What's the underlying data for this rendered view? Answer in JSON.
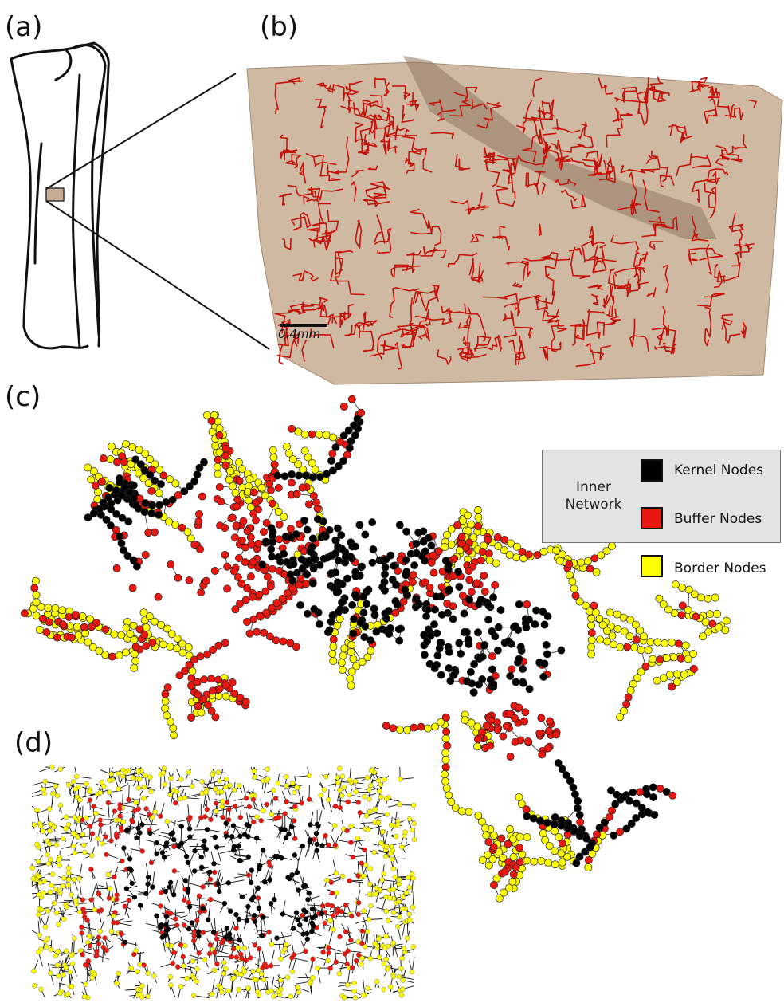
{
  "panels": {
    "a": "(a)",
    "b": "(b)",
    "c": "(c)",
    "d": "(d)"
  },
  "scale_bar": {
    "label": "0.4mm"
  },
  "legend": {
    "group_label_line1": "Inner",
    "group_label_line2": "Network",
    "items": [
      {
        "label": "Kernel Nodes",
        "color": "#000000"
      },
      {
        "label": "Buffer Nodes",
        "color": "#e8170f"
      },
      {
        "label": "Border Nodes",
        "color": "#ffff00"
      }
    ]
  },
  "colors": {
    "vessel_red": "#c4120a",
    "block_tan": "#c7ad93",
    "kernel": "#000000",
    "buffer": "#e8170f",
    "border": "#ffff00",
    "edge": "#111111"
  }
}
